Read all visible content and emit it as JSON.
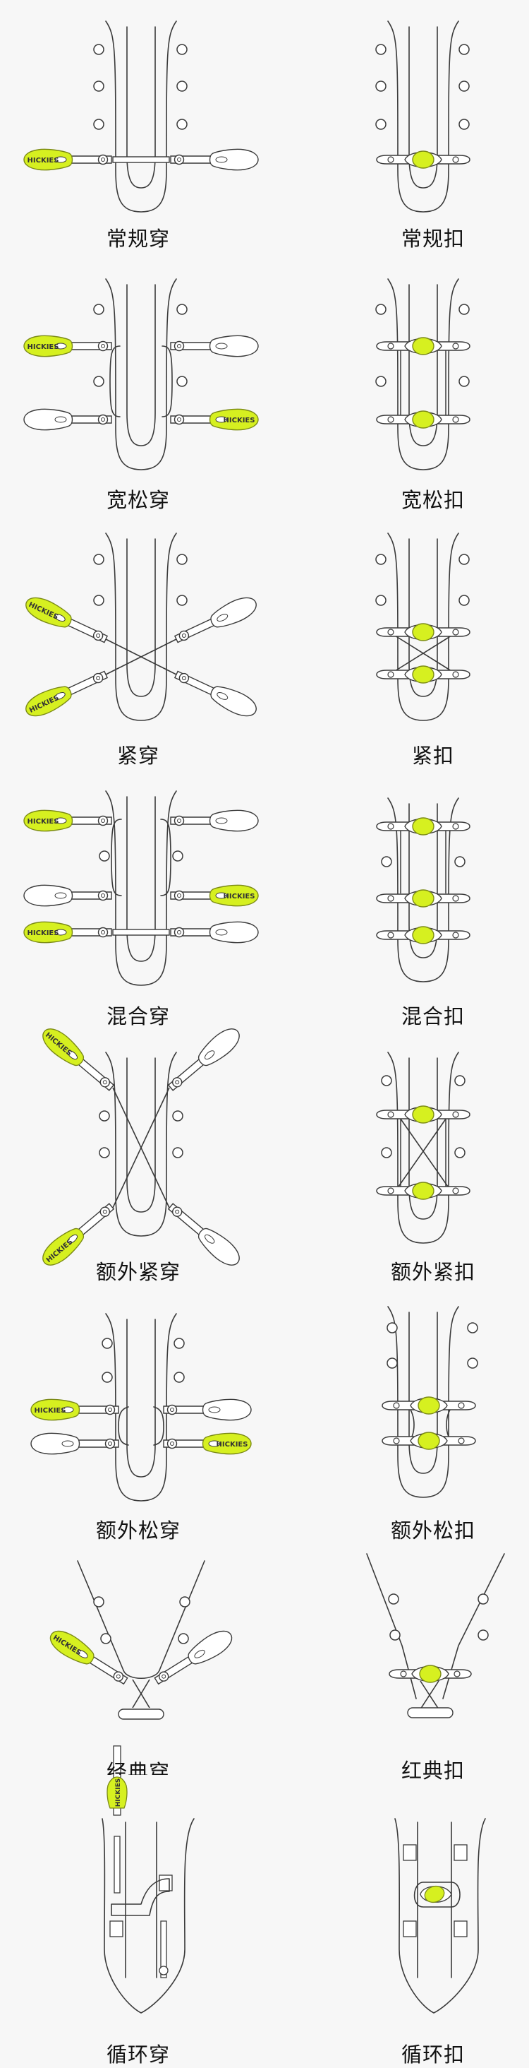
{
  "brand_text": "HICKIES",
  "colors": {
    "background": "#f7f7f7",
    "line": "#3a3a3a",
    "clip_fill": "#ffffff",
    "accent": "#d6f020",
    "accent_stroke": "#7b8a16",
    "text": "#111111"
  },
  "rows": [
    {
      "id": "row-regular",
      "left_label": "常规穿",
      "right_label": "常规扣"
    },
    {
      "id": "row-loose",
      "left_label": "宽松穿",
      "right_label": "宽松扣"
    },
    {
      "id": "row-tight",
      "left_label": "紧穿",
      "right_label": "紧扣"
    },
    {
      "id": "row-mixed",
      "left_label": "混合穿",
      "right_label": "混合扣"
    },
    {
      "id": "row-extra-tight",
      "left_label": "额外紧穿",
      "right_label": "额外紧扣"
    },
    {
      "id": "row-extra-loose",
      "left_label": "额外松穿",
      "right_label": "额外松扣"
    },
    {
      "id": "row-classic",
      "left_label": "经典穿",
      "right_label": "红典扣"
    },
    {
      "id": "row-loop",
      "left_label": "循环穿",
      "right_label": "循环扣"
    }
  ]
}
